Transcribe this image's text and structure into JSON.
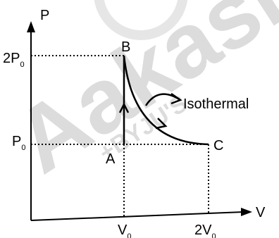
{
  "axes": {
    "y_label": "P",
    "x_label": "V"
  },
  "ticks": {
    "p_top": {
      "main": "2P",
      "sub": "0"
    },
    "p_bottom": {
      "main": "P",
      "sub": "0"
    },
    "v_left": {
      "main": "V",
      "sub": "0"
    },
    "v_right": {
      "main": "2V",
      "sub": "0"
    }
  },
  "points": {
    "a": "A",
    "b": "B",
    "c": "C"
  },
  "process_label": "Isothermal",
  "watermark": {
    "brand": "Aakash",
    "sub": "+BYJU'S"
  },
  "colors": {
    "ink": "#000000",
    "watermark": "#dcdcdc"
  }
}
